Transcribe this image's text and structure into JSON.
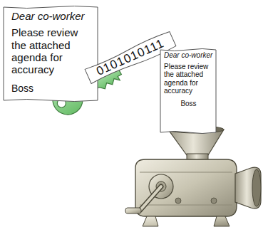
{
  "diagram": {
    "nodes": [
      {
        "text": [
          "Dear co-worker",
          "Please review the attached agenda for accuracy",
          "Boss"
        ]
      },
      {
        "text": [
          "0101010111"
        ]
      },
      {
        "text": [
          "Dear co-worker",
          "Please review the attached agenda for accuracy",
          "Boss"
        ]
      }
    ]
  }
}
